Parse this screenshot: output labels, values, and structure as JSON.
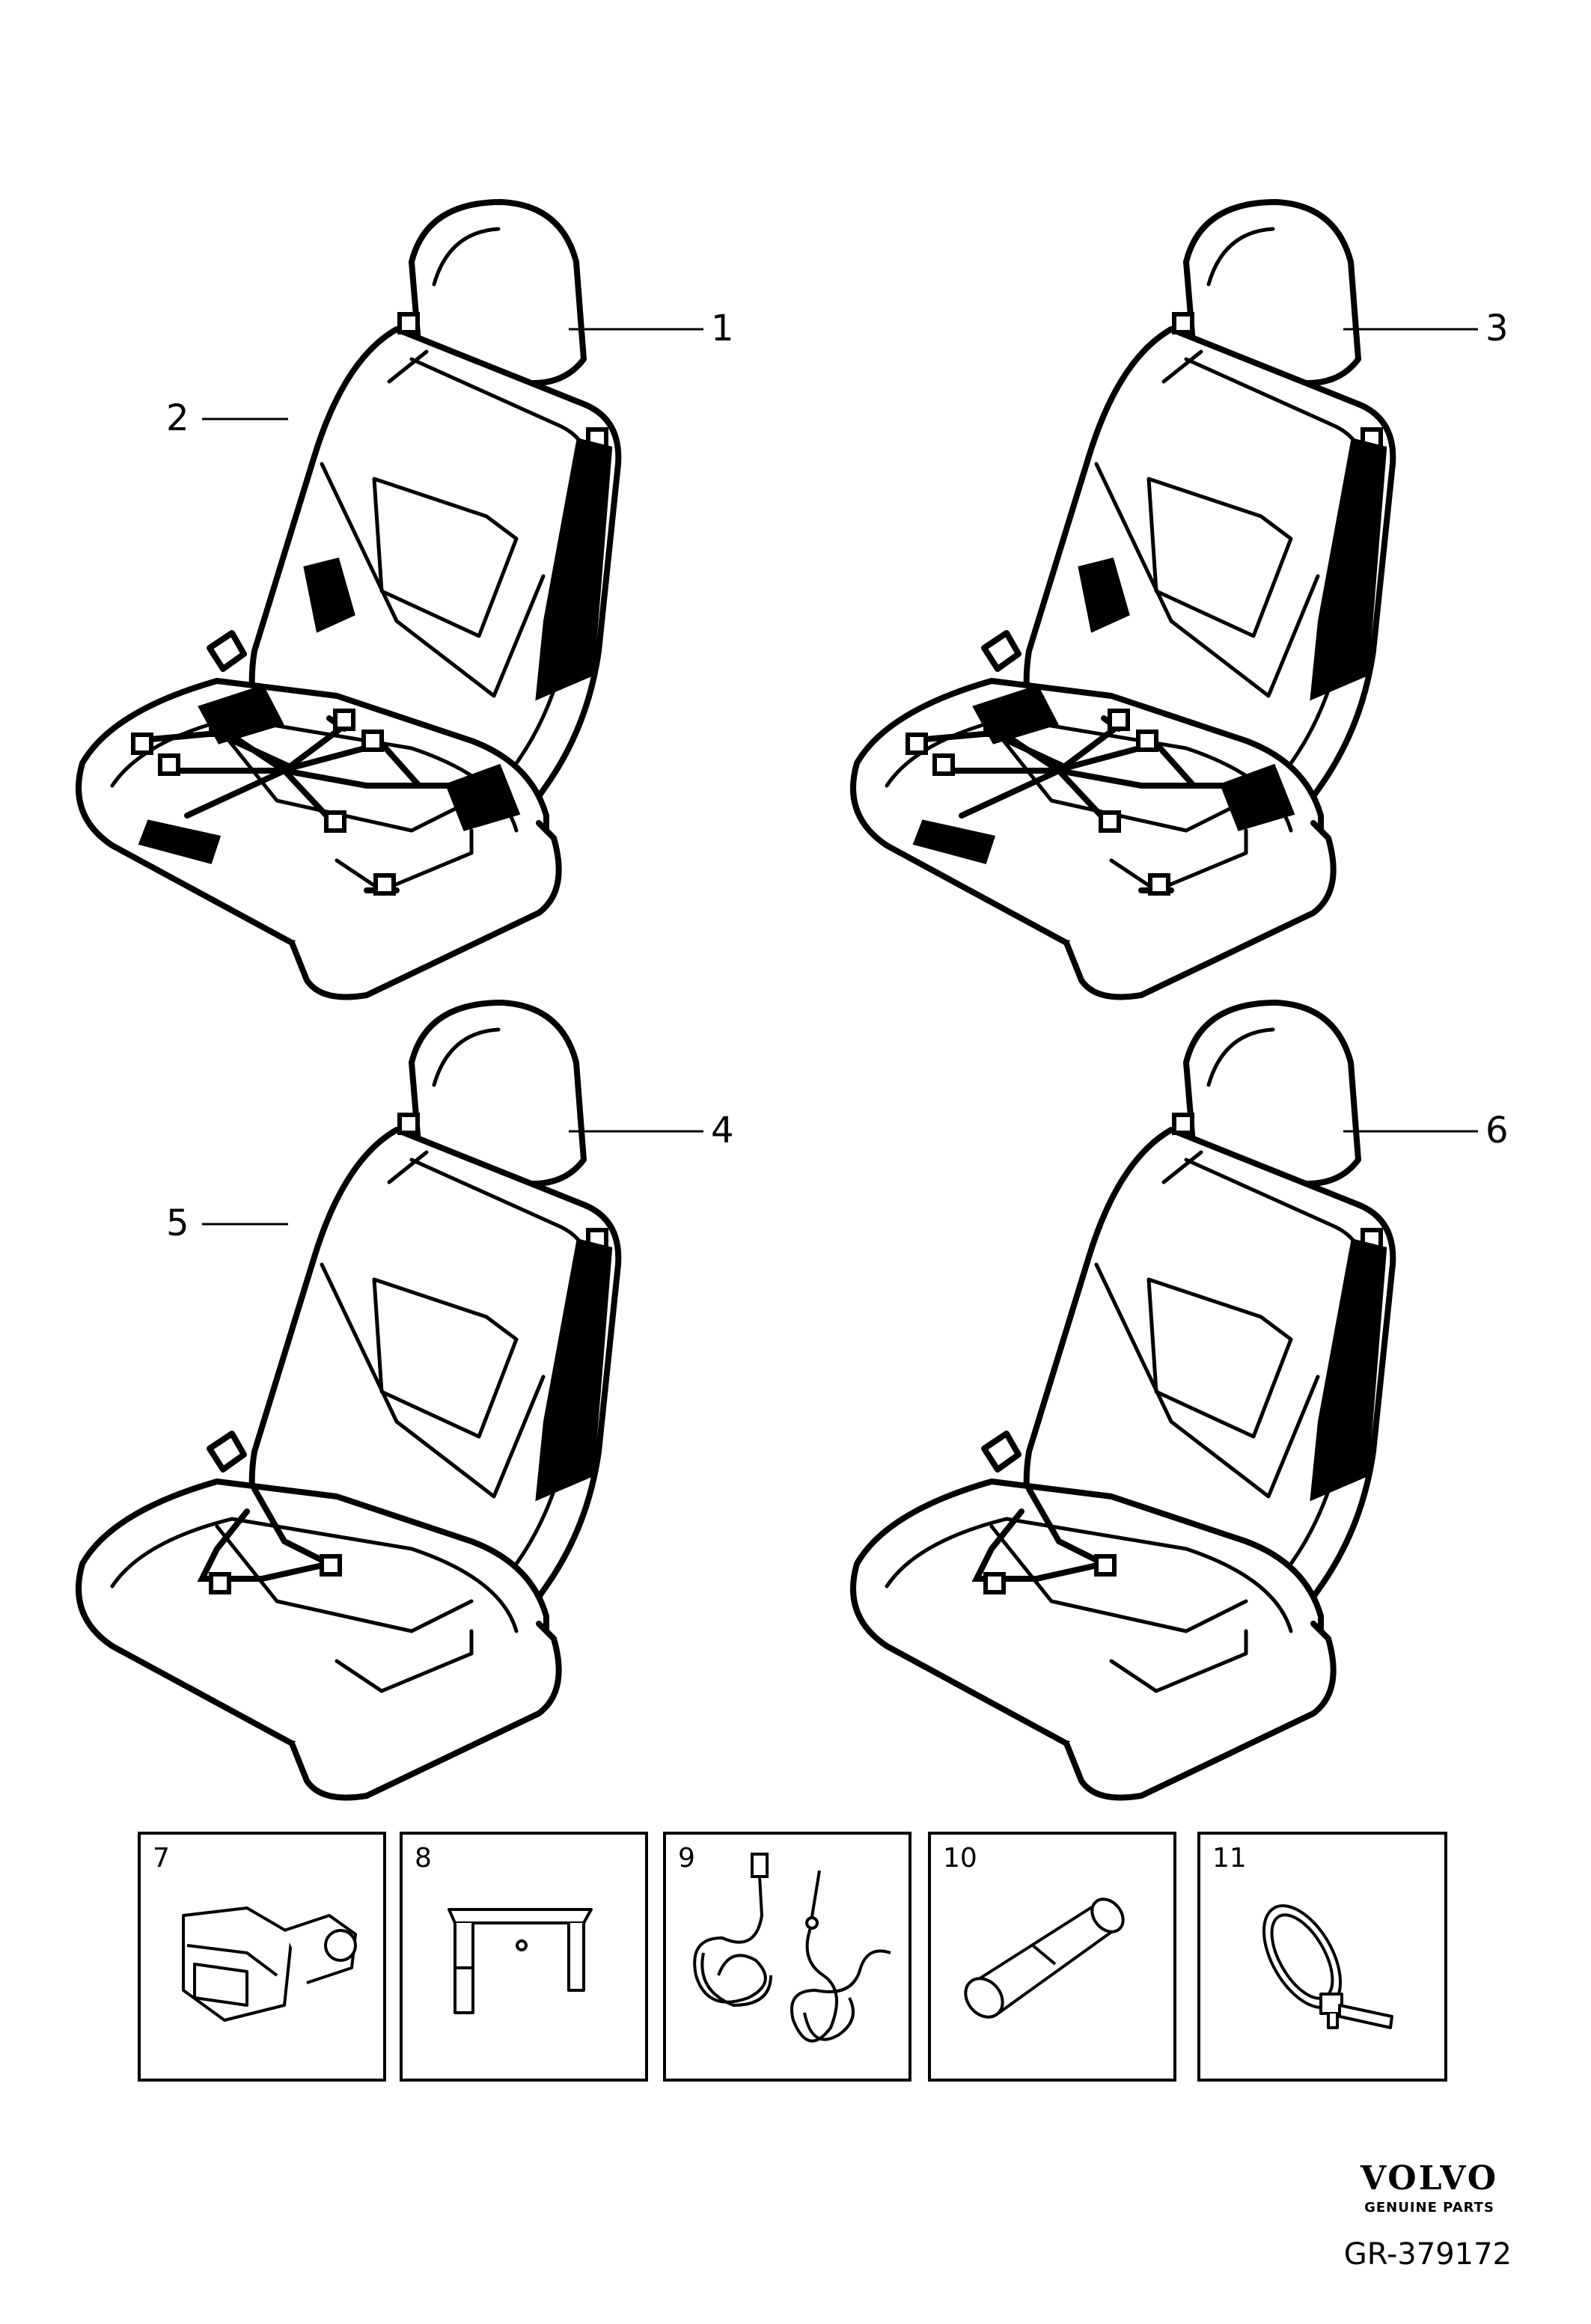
{
  "callouts": {
    "seat_top_left": [
      "1",
      "2"
    ],
    "seat_top_right": [
      "3"
    ],
    "seat_bottom_left": [
      "4",
      "5"
    ],
    "seat_bottom_right": [
      "6"
    ]
  },
  "parts": [
    {
      "num": "7",
      "icon": "connector-icon"
    },
    {
      "num": "8",
      "icon": "bracket-icon"
    },
    {
      "num": "9",
      "icon": "cable-icon"
    },
    {
      "num": "10",
      "icon": "sleeve-icon"
    },
    {
      "num": "11",
      "icon": "cable-tie-icon"
    }
  ],
  "brand": {
    "logo": "VOLVO",
    "tagline": "GENUINE PARTS"
  },
  "figure_id": "GR-379172"
}
